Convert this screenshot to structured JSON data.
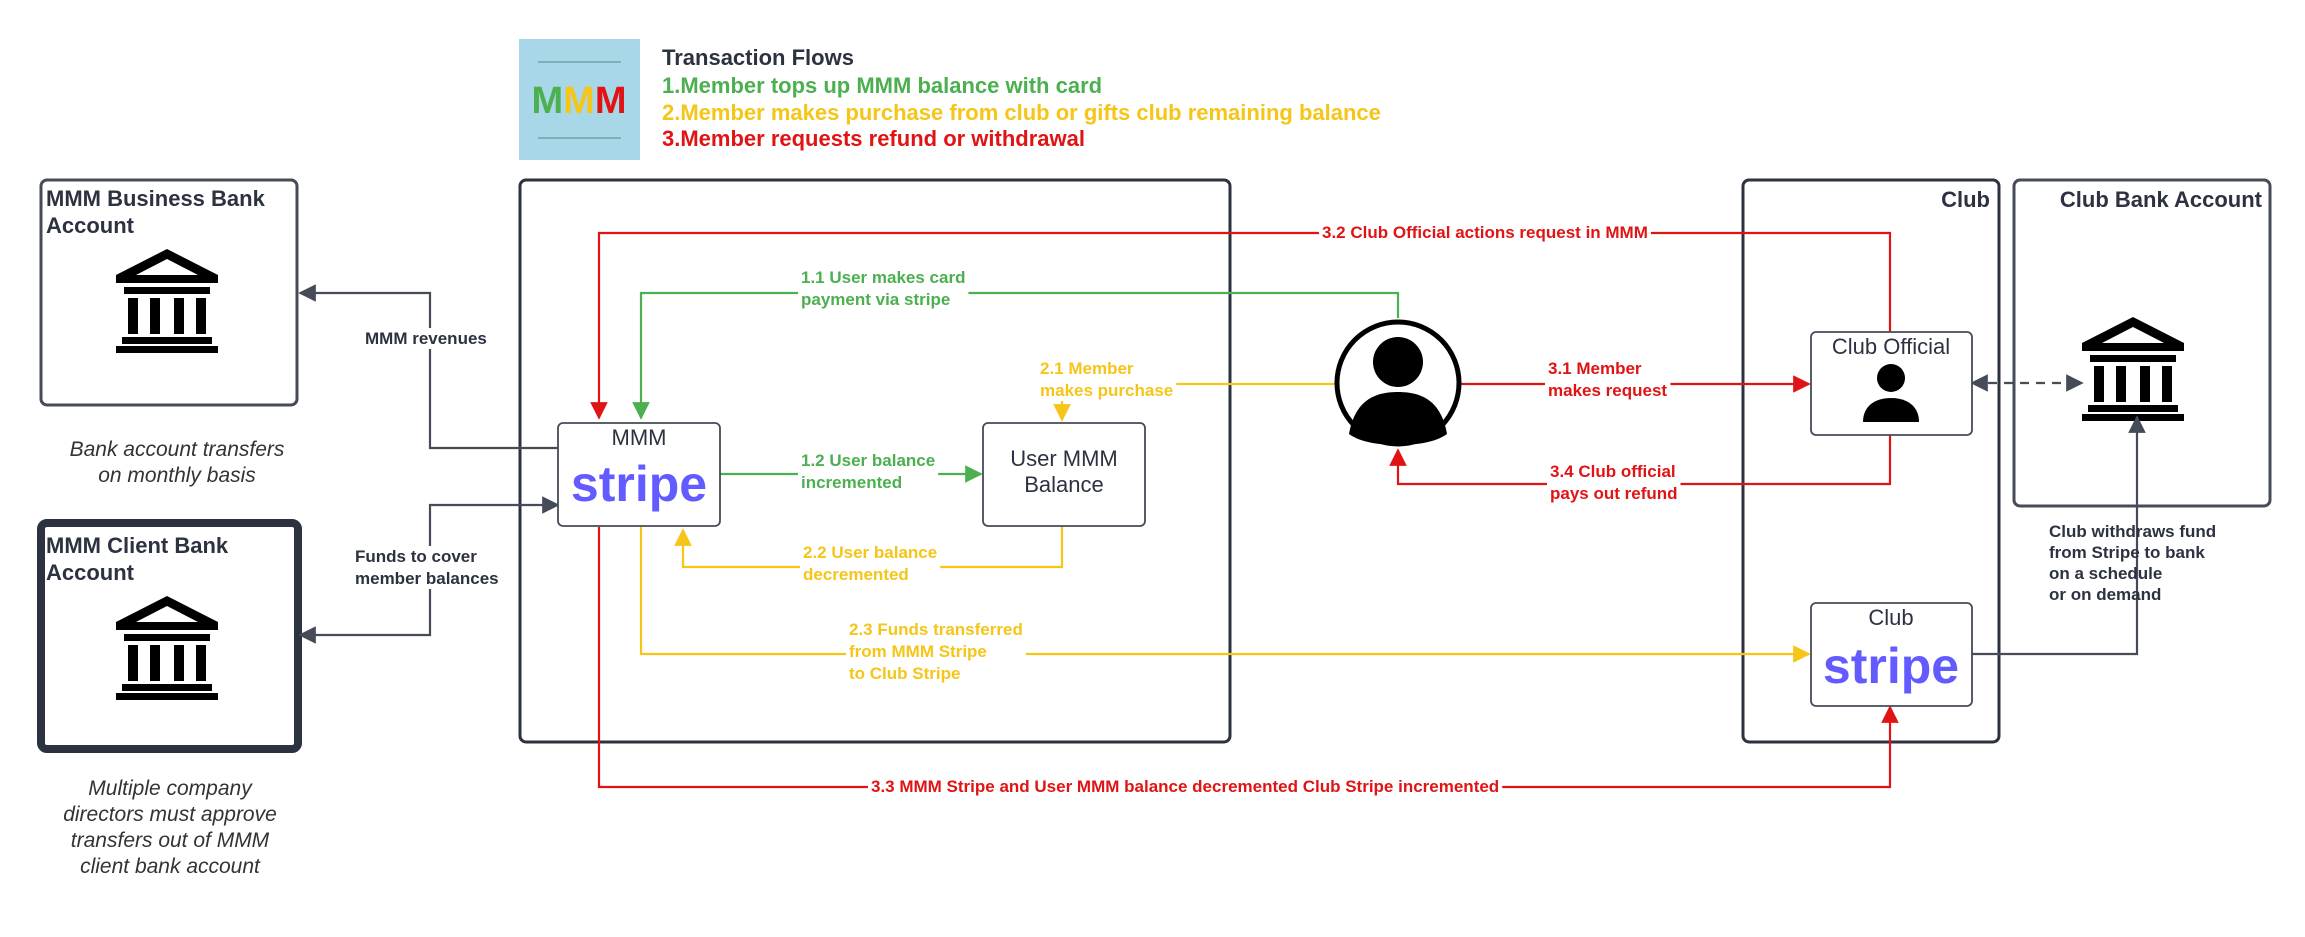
{
  "legend": {
    "logo_text": "MMM",
    "title": "Transaction Flows",
    "items": [
      {
        "text": "1.Member tops up MMM balance with card",
        "color": "#4caf50"
      },
      {
        "text": "2.Member makes purchase from club or gifts club remaining balance",
        "color": "#f5c518"
      },
      {
        "text": "3.Member requests refund or withdrawal",
        "color": "#e01414"
      }
    ]
  },
  "colors": {
    "green": "#4caf50",
    "yellow": "#f5c518",
    "red": "#e01414",
    "dark": "#454b57",
    "stripe": "#635bff",
    "logo_bg": "#a8d8e8"
  },
  "boxes": {
    "business_bank": "MMM Business Bank Account",
    "client_bank": "MMM Client Bank Account",
    "club_container": "Club",
    "club_bank": "Club Bank Account",
    "mmm_stripe_title": "MMM",
    "stripe_word": "stripe",
    "user_balance": "User MMM Balance",
    "club_official": "Club Official",
    "club_stripe_title": "Club"
  },
  "notes": {
    "bank_transfers": "Bank account transfers on monthly basis",
    "directors": "Multiple company directors must approve transfers out of MMM client bank account"
  },
  "edge_labels": {
    "mmm_revenues": "MMM revenues",
    "funds_cover": "Funds to cover member balances",
    "e1_1": "1.1 User makes card payment via stripe",
    "e1_2": "1.2 User balance incremented",
    "e2_1": "2.1 Member makes purchase",
    "e2_2": "2.2 User balance decremented",
    "e2_3": "2.3 Funds transferred from MMM Stripe to Club Stripe",
    "e3_1": "3.1 Member makes request",
    "e3_2": "3.2 Club Official actions request in MMM",
    "e3_3": "3.3 MMM Stripe and User MMM balance decremented Club Stripe incremented",
    "e3_4": "3.4 Club official pays out refund",
    "club_withdraws": "Club withdraws fund from Stripe to bank on a schedule or on demand"
  }
}
